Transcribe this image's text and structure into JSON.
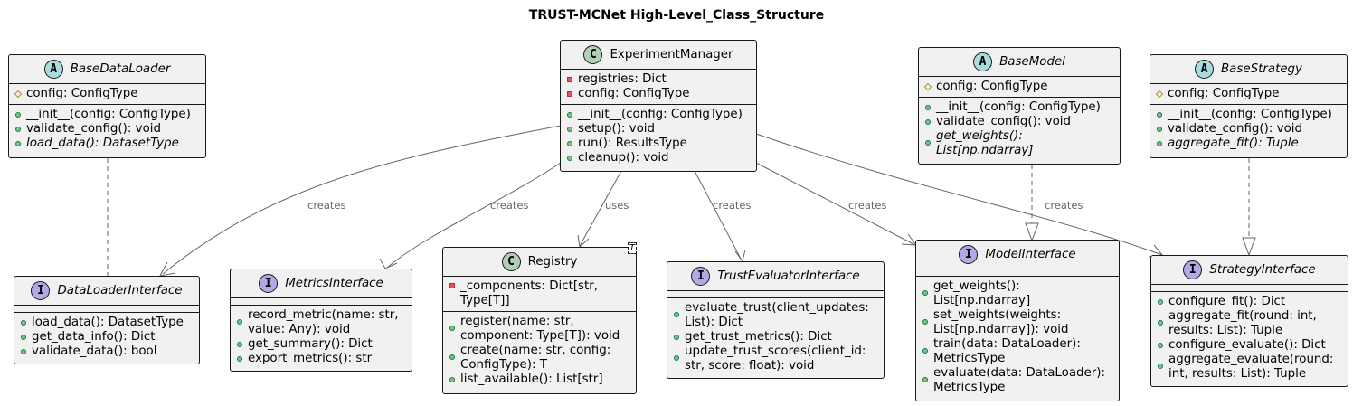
{
  "title": "TRUST-MCNet High-Level_Class_Structure",
  "colors": {
    "class_fill": "#f1f1f1",
    "border": "#181818",
    "edge": "#666666",
    "abstract_badge": "#a9dcdf",
    "class_badge": "#add1b2",
    "interface_badge": "#b4a7e5"
  },
  "classes": {
    "base_data_loader": {
      "badge": "A",
      "name": "BaseDataLoader",
      "fields": [
        "config: ConfigType"
      ],
      "methods": [
        "__init__(config: ConfigType)",
        "validate_config(): void",
        "load_data(): DatasetType"
      ]
    },
    "experiment_manager": {
      "badge": "C",
      "name": "ExperimentManager",
      "fields": [
        "registries: Dict",
        "config: ConfigType"
      ],
      "methods": [
        "__init__(config: ConfigType)",
        "setup(): void",
        "run(): ResultsType",
        "cleanup(): void"
      ]
    },
    "base_model": {
      "badge": "A",
      "name": "BaseModel",
      "fields": [
        "config: ConfigType"
      ],
      "methods": [
        "__init__(config: ConfigType)",
        "validate_config(): void",
        "get_weights():",
        "List[np.ndarray]"
      ]
    },
    "base_strategy": {
      "badge": "A",
      "name": "BaseStrategy",
      "fields": [
        "config: ConfigType"
      ],
      "methods": [
        "__init__(config: ConfigType)",
        "validate_config(): void",
        "aggregate_fit(): Tuple"
      ]
    },
    "data_loader_interface": {
      "badge": "I",
      "name": "DataLoaderInterface",
      "methods": [
        "load_data(): DatasetType",
        "get_data_info(): Dict",
        "validate_data(): bool"
      ]
    },
    "metrics_interface": {
      "badge": "I",
      "name": "MetricsInterface",
      "methods": [
        "record_metric(name: str,",
        "value: Any): void",
        "get_summary(): Dict",
        "export_metrics(): str"
      ]
    },
    "registry": {
      "badge": "C",
      "name": "Registry",
      "type_param": "T",
      "fields": [
        "_components: Dict[str,",
        "Type[T]]"
      ],
      "methods": [
        "register(name: str,",
        "component: Type[T]): void",
        "create(name: str, config:",
        "ConfigType): T",
        "list_available(): List[str]"
      ]
    },
    "trust_evaluator_interface": {
      "badge": "I",
      "name": "TrustEvaluatorInterface",
      "methods": [
        "evaluate_trust(client_updates:",
        "List): Dict",
        "get_trust_metrics(): Dict",
        "update_trust_scores(client_id:",
        "str, score: float): void"
      ]
    },
    "model_interface": {
      "badge": "I",
      "name": "ModelInterface",
      "methods": [
        "get_weights():",
        "List[np.ndarray]",
        "set_weights(weights:",
        "List[np.ndarray]): void",
        "train(data: DataLoader):",
        "MetricsType",
        "evaluate(data: DataLoader):",
        "MetricsType"
      ]
    },
    "strategy_interface": {
      "badge": "I",
      "name": "StrategyInterface",
      "methods": [
        "configure_fit(): Dict",
        "aggregate_fit(round: int,",
        "results: List): Tuple",
        "configure_evaluate(): Dict",
        "aggregate_evaluate(round:",
        "int, results: List): Tuple"
      ]
    }
  },
  "edges": {
    "creates_data_loader": "creates",
    "creates_metrics": "creates",
    "uses_registry": "uses",
    "creates_trust": "creates",
    "creates_model": "creates",
    "creates_strategy": "creates"
  }
}
